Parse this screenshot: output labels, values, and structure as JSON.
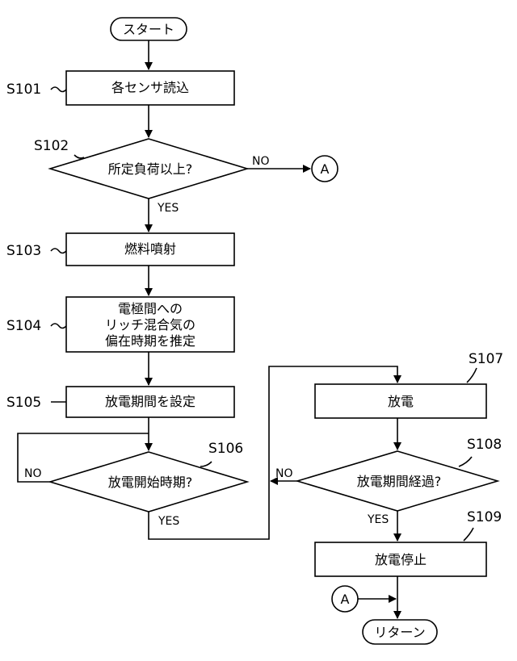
{
  "start": "スタート",
  "end": "リターン",
  "connector": "A",
  "yes": "YES",
  "no": "NO",
  "steps": {
    "s101": {
      "label": "S101",
      "text": "各センサ読込"
    },
    "s102": {
      "label": "S102",
      "text": "所定負荷以上?"
    },
    "s103": {
      "label": "S103",
      "text": "燃料噴射"
    },
    "s104": {
      "label": "S104",
      "lines": [
        "電極間への",
        "リッチ混合気の",
        "偏在時期を推定"
      ]
    },
    "s105": {
      "label": "S105",
      "text": "放電期間を設定"
    },
    "s106": {
      "label": "S106",
      "text": "放電開始時期?"
    },
    "s107": {
      "label": "S107",
      "text": "放電"
    },
    "s108": {
      "label": "S108",
      "text": "放電期間経過?"
    },
    "s109": {
      "label": "S109",
      "text": "放電停止"
    }
  }
}
